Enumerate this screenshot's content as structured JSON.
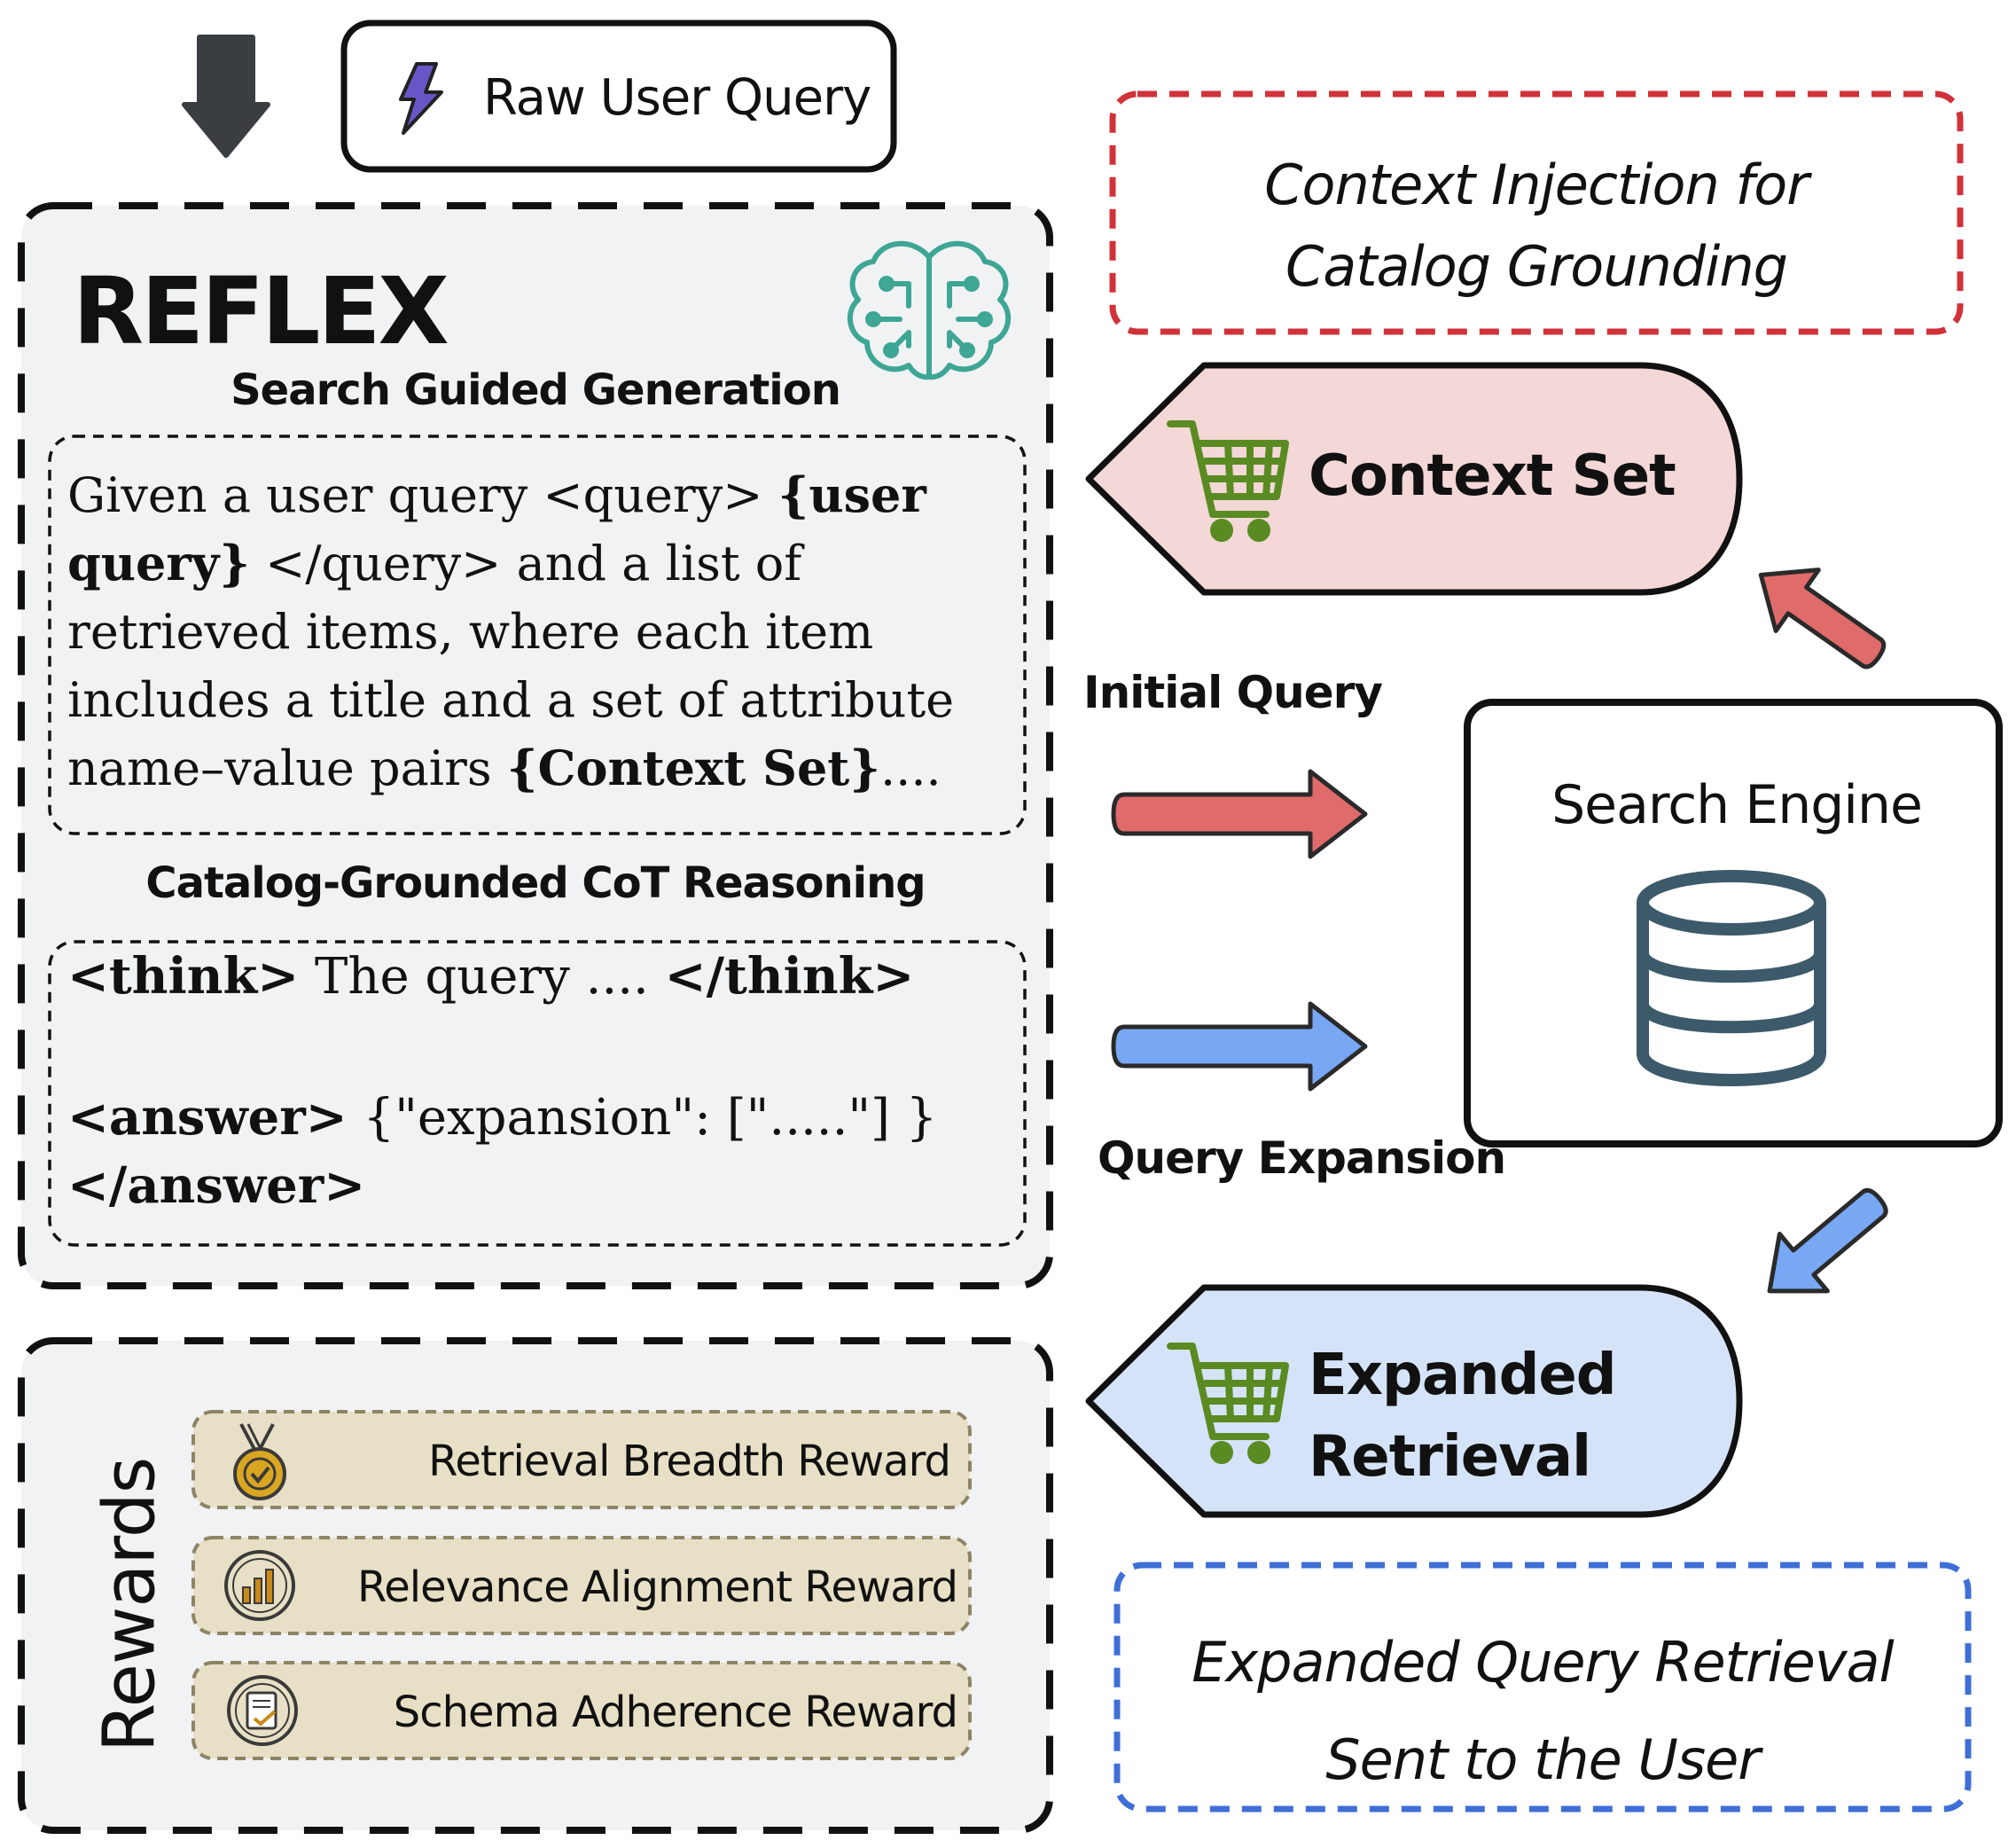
{
  "raw_query": {
    "label": "Raw User Query"
  },
  "reflex": {
    "title": "REFLEX",
    "search_guided_heading": "Search Guided Generation",
    "prompt": {
      "p1": "Given a user query <query> ",
      "b1": "{user query}",
      "p2": " </query> and a list of retrieved items, where each item includes a title and a set of attribute name–value pairs ",
      "b2": "{Context Set}",
      "p3": "...."
    },
    "cot_heading": "Catalog-Grounded CoT Reasoning",
    "think": {
      "open": "<think>",
      "body": " The query .... ",
      "close": "</think>"
    },
    "answer": {
      "open": "<answer>",
      "body": " {\"expansion\": [\".....\"] }",
      "close": "</answer>"
    }
  },
  "rewards": {
    "label": "Rewards",
    "items": [
      {
        "label": "Retrieval Breadth Reward",
        "icon": "medal-icon"
      },
      {
        "label": "Relevance Alignment Reward",
        "icon": "bar-chart-icon"
      },
      {
        "label": "Schema Adherence Reward",
        "icon": "document-check-icon"
      }
    ]
  },
  "right": {
    "context_injection": {
      "line1": "Context Injection for",
      "line2": "Catalog Grounding"
    },
    "context_set": "Context Set",
    "initial_query": "Initial Query",
    "query_expansion": "Query Expansion",
    "search_engine": "Search Engine",
    "expanded_retrieval": {
      "line1": "Expanded",
      "line2": "Retrieval"
    },
    "expanded_sent": {
      "line1": "Expanded Query Retrieval",
      "line2": "Sent to the User"
    }
  },
  "colors": {
    "red": "#e06b6b",
    "red_fill": "#f4d7d7",
    "blue": "#78a8f4",
    "blue_fill": "#d5e3f9",
    "red_dash": "#d0323a",
    "blue_dash": "#3f6fd6",
    "panel": "#f1f2f4",
    "reward_fill": "#e8e0c6",
    "brain": "#3ea694",
    "cart": "#5a8b22",
    "db": "#3d5a6b"
  }
}
